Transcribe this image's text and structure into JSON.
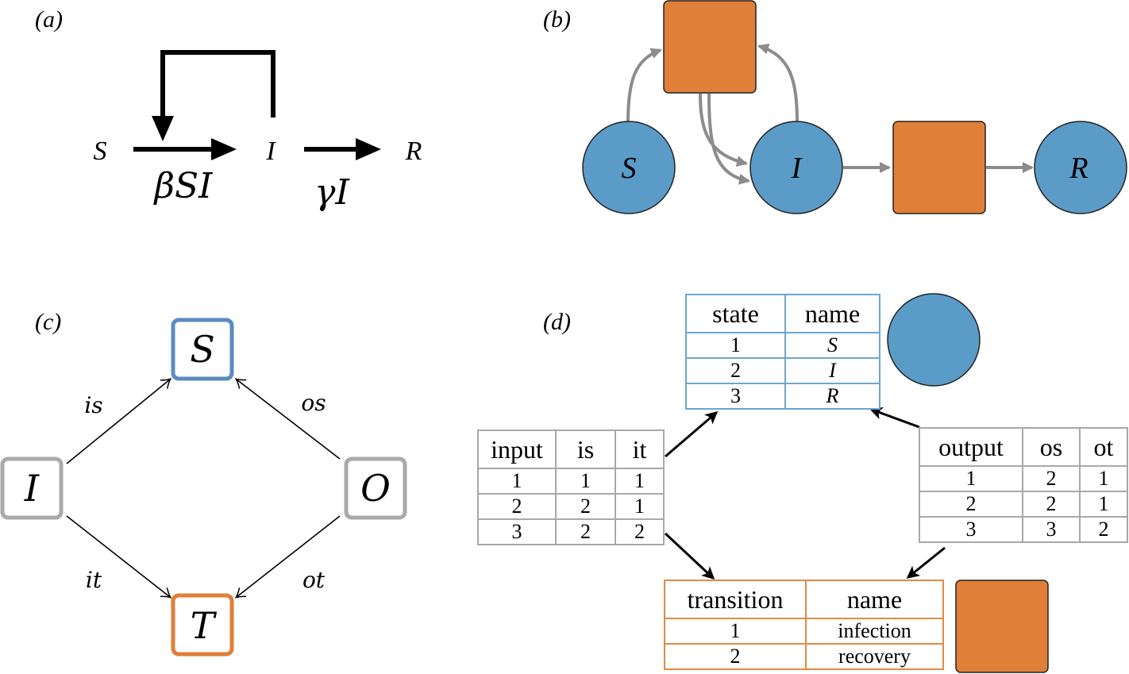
{
  "panels": {
    "a": {
      "label": "(a)",
      "species": {
        "s": "S",
        "i": "I",
        "r": "R"
      },
      "rates": {
        "infection": "βSI",
        "recovery": "γI"
      }
    },
    "b": {
      "label": "(b)",
      "nodes": {
        "s": "S",
        "i": "I",
        "r": "R"
      }
    },
    "c": {
      "label": "(c)",
      "objects": {
        "s": "S",
        "t": "T",
        "i": "I",
        "o": "O"
      },
      "morphisms": {
        "is": "is",
        "os": "os",
        "it": "it",
        "ot": "ot"
      }
    },
    "d": {
      "label": "(d)",
      "state_table": {
        "headers": [
          "state",
          "name"
        ],
        "rows": [
          [
            "1",
            "S"
          ],
          [
            "2",
            "I"
          ],
          [
            "3",
            "R"
          ]
        ]
      },
      "input_table": {
        "headers": [
          "input",
          "is",
          "it"
        ],
        "rows": [
          [
            "1",
            "1",
            "1"
          ],
          [
            "2",
            "2",
            "1"
          ],
          [
            "3",
            "2",
            "2"
          ]
        ]
      },
      "output_table": {
        "headers": [
          "output",
          "os",
          "ot"
        ],
        "rows": [
          [
            "1",
            "2",
            "1"
          ],
          [
            "2",
            "2",
            "1"
          ],
          [
            "3",
            "3",
            "2"
          ]
        ]
      },
      "transition_table": {
        "headers": [
          "transition",
          "name"
        ],
        "rows": [
          [
            "1",
            "infection"
          ],
          [
            "2",
            "recovery"
          ]
        ]
      }
    }
  },
  "colors": {
    "state_blue": "#5b9bc8",
    "transition_orange": "#e07f37",
    "arc_gray": "#8c8c8c",
    "box_gray": "#aaaaaa",
    "border_blue": "#6ea6d0",
    "border_orange": "#e38b42"
  }
}
